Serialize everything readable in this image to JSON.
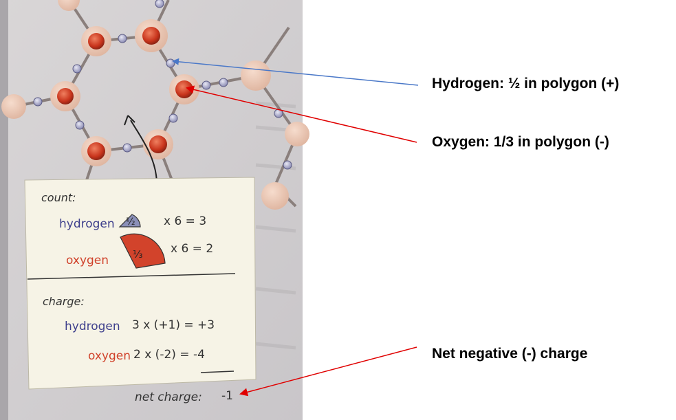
{
  "annotations": {
    "hydrogen": "Hydrogen: ½ in polygon (+)",
    "oxygen": "Oxygen: 1/3 in polygon (-)",
    "net": "Net negative (-) charge"
  },
  "card": {
    "count_heading": "count:",
    "count_rows": [
      {
        "element": "hydrogen",
        "fraction": "½",
        "expr": "x 6 = 3"
      },
      {
        "element": "oxygen",
        "fraction": "⅓",
        "expr": "x 6 = 2"
      }
    ],
    "charge_heading": "charge:",
    "charge_rows": [
      {
        "element": "hydrogen",
        "expr": "3 x (+1) = +3"
      },
      {
        "element": "oxygen",
        "expr": "2 x (-2) = -4"
      }
    ],
    "net_label": "net charge:",
    "net_value": "-1"
  },
  "colors": {
    "hydrogen": "#3e3f8c",
    "oxygen": "#d0412a",
    "arrow_blue": "#4a78c8",
    "arrow_red": "#e00000"
  }
}
